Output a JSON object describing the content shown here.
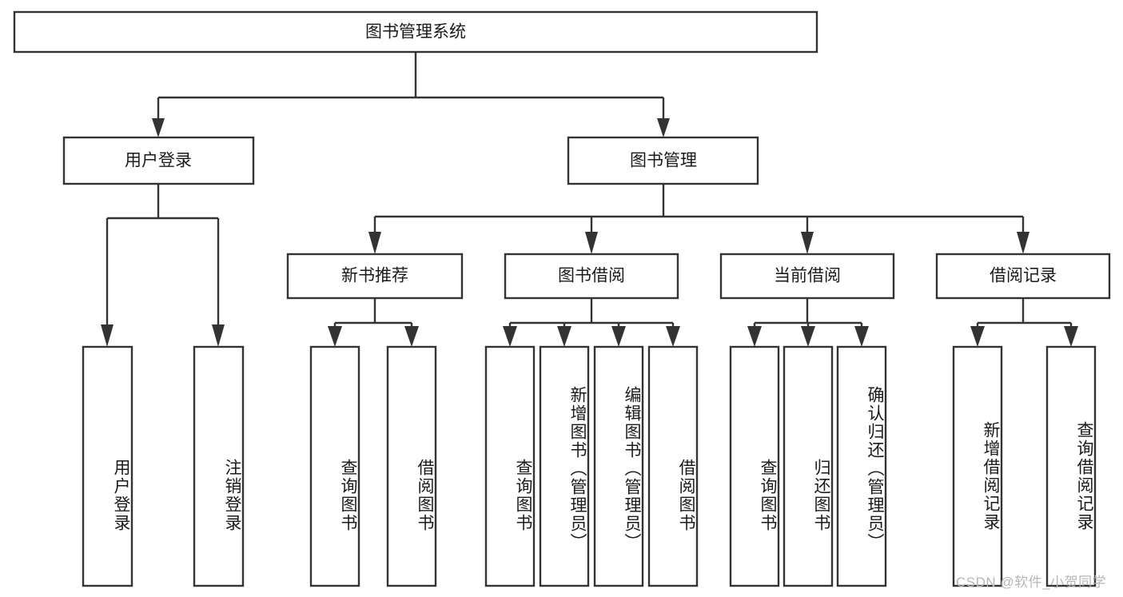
{
  "diagram": {
    "type": "tree-hierarchy",
    "title": "图书管理系统",
    "orientation": "top-down",
    "colors": {
      "box_stroke": "#333333",
      "box_fill": "#ffffff",
      "text": "#1a1a1a",
      "background": "#ffffff",
      "watermark": "#b6b6b6"
    },
    "root": {
      "id": "root",
      "label": "图书管理系统"
    },
    "level2": [
      {
        "id": "user-login",
        "label": "用户登录"
      },
      {
        "id": "book-manage",
        "label": "图书管理"
      }
    ],
    "level3": [
      {
        "id": "new-book-recommend",
        "label": "新书推荐",
        "parent": "book-manage"
      },
      {
        "id": "book-borrow",
        "label": "图书借阅",
        "parent": "book-manage"
      },
      {
        "id": "current-borrow",
        "label": "当前借阅",
        "parent": "book-manage"
      },
      {
        "id": "borrow-record",
        "label": "借阅记录",
        "parent": "book-manage"
      }
    ],
    "leaves": [
      {
        "id": "leaf-user-login",
        "label": "用户登录",
        "parent": "user-login"
      },
      {
        "id": "leaf-logout",
        "label": "注销登录",
        "parent": "user-login"
      },
      {
        "id": "leaf-query-book-1",
        "label": "查询图书",
        "parent": "new-book-recommend"
      },
      {
        "id": "leaf-borrow-book-1",
        "label": "借阅图书",
        "parent": "new-book-recommend"
      },
      {
        "id": "leaf-query-book-2",
        "label": "查询图书",
        "parent": "book-borrow"
      },
      {
        "id": "leaf-add-book",
        "label": "新增图书（管理员）",
        "parent": "book-borrow"
      },
      {
        "id": "leaf-edit-book",
        "label": "编辑图书（管理员）",
        "parent": "book-borrow"
      },
      {
        "id": "leaf-borrow-book-2",
        "label": "借阅图书",
        "parent": "book-borrow"
      },
      {
        "id": "leaf-query-book-3",
        "label": "查询图书",
        "parent": "current-borrow"
      },
      {
        "id": "leaf-return-book",
        "label": "归还图书",
        "parent": "current-borrow"
      },
      {
        "id": "leaf-confirm-return",
        "label": "确认归还（管理员）",
        "parent": "current-borrow"
      },
      {
        "id": "leaf-add-record",
        "label": "新增借阅记录",
        "parent": "borrow-record"
      },
      {
        "id": "leaf-query-record",
        "label": "查询借阅记录",
        "parent": "borrow-record"
      }
    ]
  },
  "watermark": {
    "text": "CSDN @软件_小贺同学"
  }
}
